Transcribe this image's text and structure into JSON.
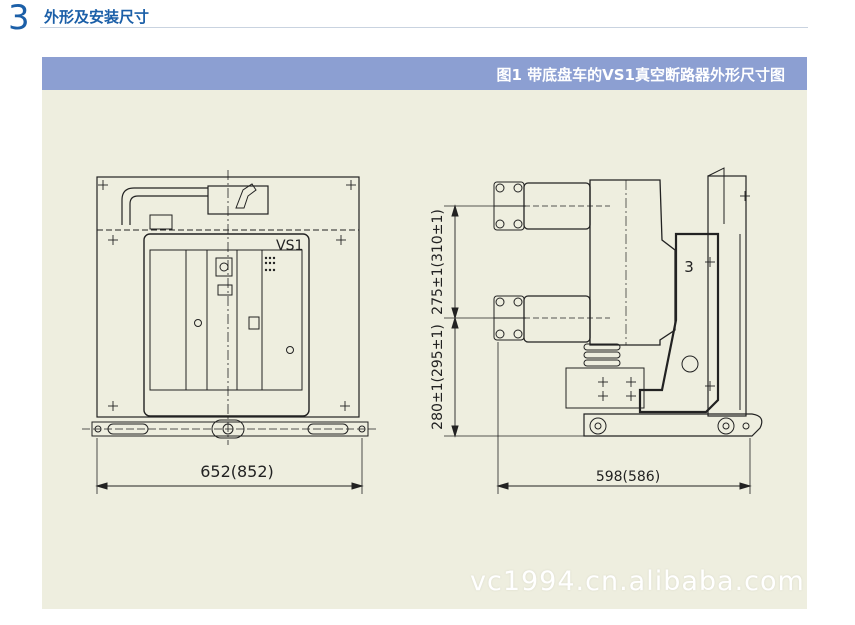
{
  "section": {
    "number": "3",
    "title": "外形及安装尺寸"
  },
  "figure": {
    "caption": "图1 带底盘车的VS1真空断路器外形尺寸图",
    "front_view": {
      "model_label": "VS1",
      "width_dim": "652(852)"
    },
    "side_view": {
      "upper_dim": "275±1(310±1)",
      "lower_dim": "280±1(295±1)",
      "depth_dim": "598(586)",
      "callout": "3"
    }
  },
  "watermark": "vc1994.cn.alibaba.com"
}
